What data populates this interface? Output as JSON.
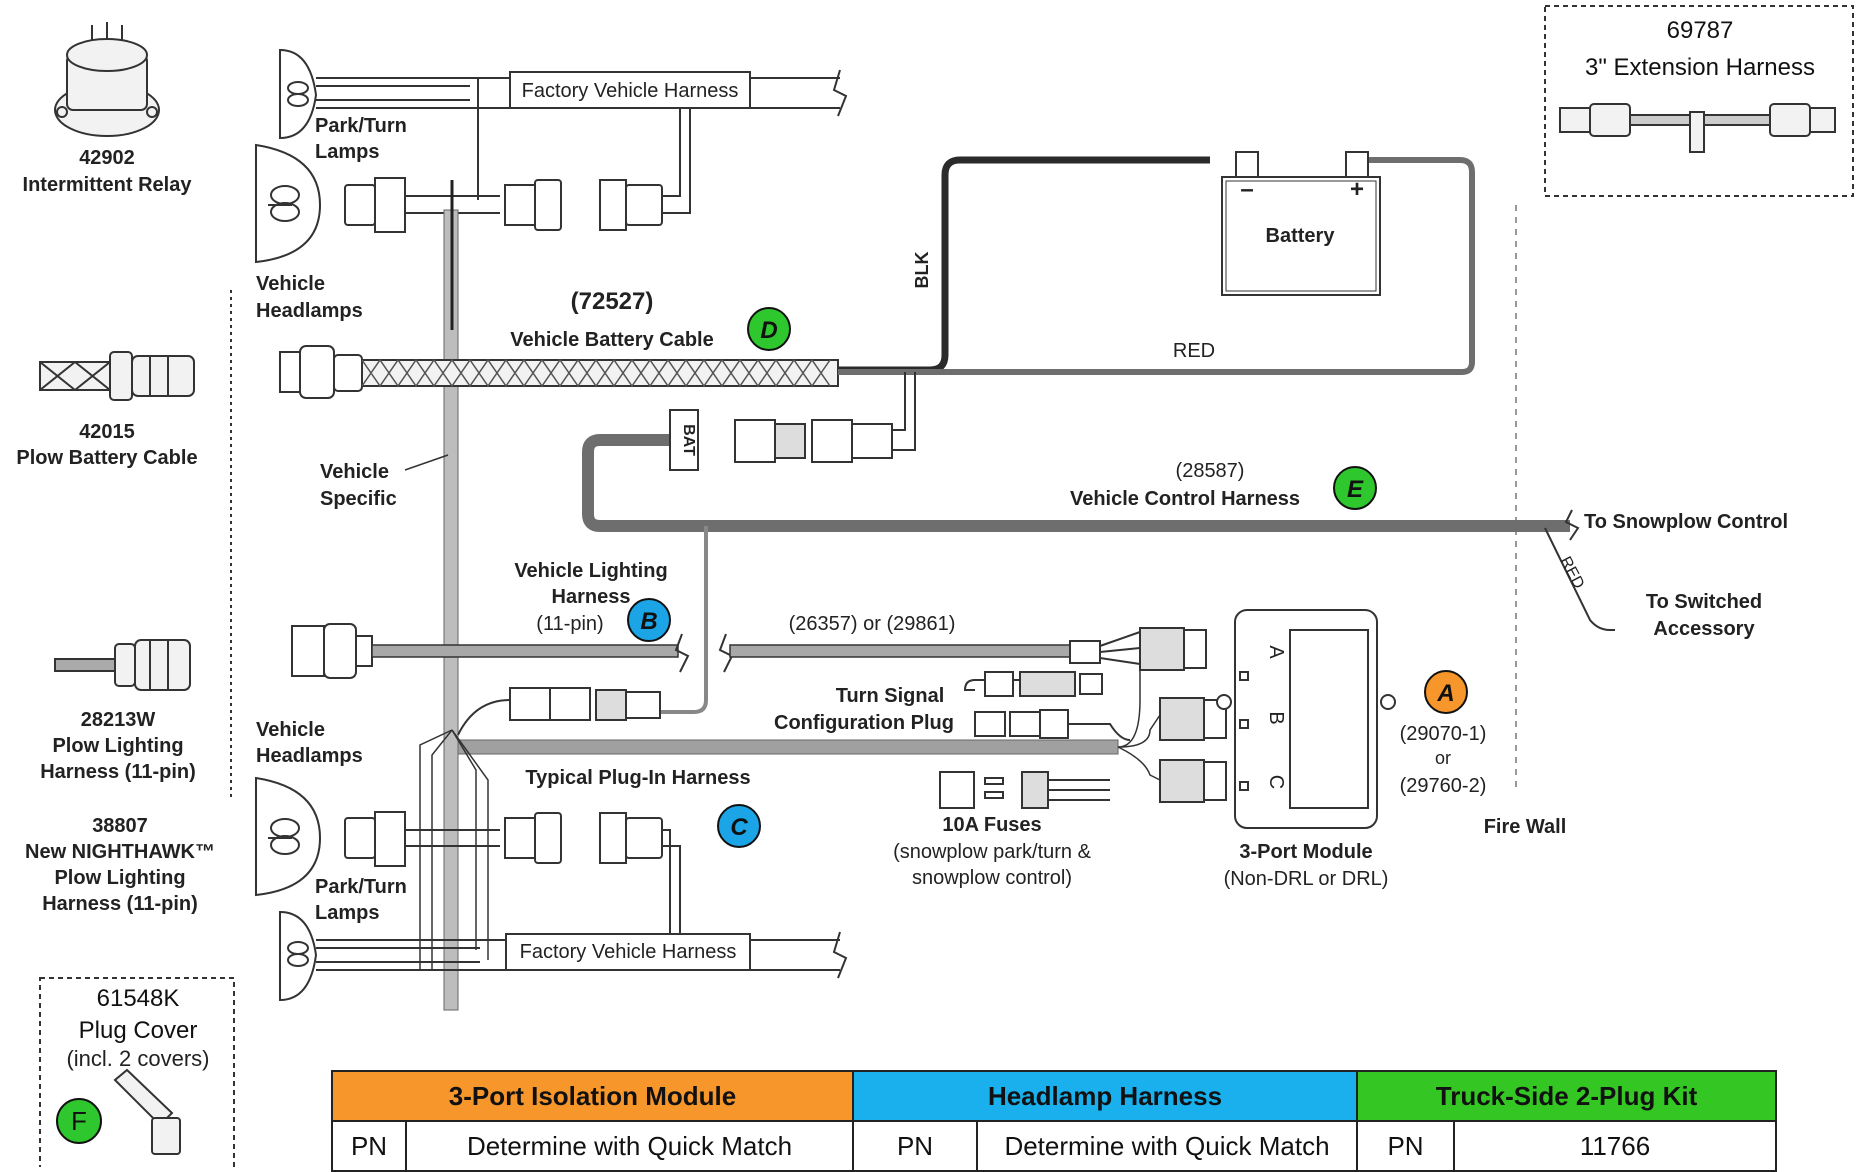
{
  "colors": {
    "module": "#f7962b",
    "headlamp": "#1ab0ee",
    "kit": "#34c724",
    "badge_a": "#f7962b",
    "badge_b": "#1ba4e6",
    "badge_c": "#1ba4e6",
    "badge_d": "#2ec82e",
    "badge_e": "#2ec82e",
    "badge_f": "#2ec82e",
    "wire_dark": "#2b2b2b",
    "wire_gray": "#6e6e6e"
  },
  "left_parts": {
    "relay_pn": "42902",
    "relay_name": "Intermittent Relay",
    "battery_cable_pn": "42015",
    "battery_cable_name": "Plow Battery Cable",
    "lighting_pn": "28213W",
    "lighting_name_1": "Plow Lighting",
    "lighting_name_2": "Harness (11-pin)",
    "nighthawk_pn": "38807",
    "nighthawk_name_1": "New NIGHTHAWK™",
    "nighthawk_name_2": "Plow Lighting",
    "nighthawk_name_3": "Harness (11-pin)",
    "plug_cover_pn": "61548K",
    "plug_cover_name": "Plug Cover",
    "plug_cover_note": "(incl. 2 covers)",
    "plug_cover_badge": "F"
  },
  "extension": {
    "pn": "69787",
    "name": "3\" Extension Harness"
  },
  "diagram": {
    "factory_harness_top": "Factory Vehicle Harness",
    "factory_harness_bottom": "Factory Vehicle Harness",
    "park_turn_top_1": "Park/Turn",
    "park_turn_top_2": "Lamps",
    "headlamps_top_1": "Vehicle",
    "headlamps_top_2": "Headlamps",
    "headlamps_mid_1": "Vehicle",
    "headlamps_mid_2": "Headlamps",
    "park_turn_bottom_1": "Park/Turn",
    "park_turn_bottom_2": "Lamps",
    "vehicle_specific_1": "Vehicle",
    "vehicle_specific_2": "Specific",
    "battery_cable_pn": "(72527)",
    "battery_cable_label": "Vehicle Battery Cable",
    "badge_d": "D",
    "battery_label": "Battery",
    "battery_neg": "–",
    "battery_pos": "+",
    "blk_label": "BLK",
    "red_label": "RED",
    "bat_label": "BAT",
    "control_harness_pn": "(28587)",
    "control_harness_label": "Vehicle Control Harness",
    "badge_e": "E",
    "to_snowplow_control": "To Snowplow Control",
    "red_label_2": "RED",
    "to_switched_1": "To Switched",
    "to_switched_2": "Accessory",
    "lighting_harness_1": "Vehicle Lighting",
    "lighting_harness_2": "Harness",
    "lighting_harness_3": "(11-pin)",
    "badge_b": "B",
    "lighting_pns": "(26357) or (29861)",
    "turn_signal_1": "Turn Signal",
    "turn_signal_2": "Configuration Plug",
    "plug_in_harness": "Typical Plug-In Harness",
    "badge_c": "C",
    "fuses_title": "10A Fuses",
    "fuses_note_1": "(snowplow park/turn &",
    "fuses_note_2": "snowplow control)",
    "module_title": "3-Port Module",
    "module_note": "(Non-DRL or DRL)",
    "module_port_a": "A",
    "module_port_b": "B",
    "module_port_c": "C",
    "badge_a": "A",
    "module_pn_1": "(29070-1)",
    "module_pn_or": "or",
    "module_pn_2": "(29760-2)",
    "fire_wall": "Fire Wall"
  },
  "table": {
    "headers": [
      "3-Port Isolation Module",
      "Headlamp Harness",
      "Truck-Side 2-Plug Kit"
    ],
    "row": [
      "PN",
      "Determine with Quick Match",
      "PN",
      "Determine with Quick Match",
      "PN",
      "11766"
    ]
  }
}
